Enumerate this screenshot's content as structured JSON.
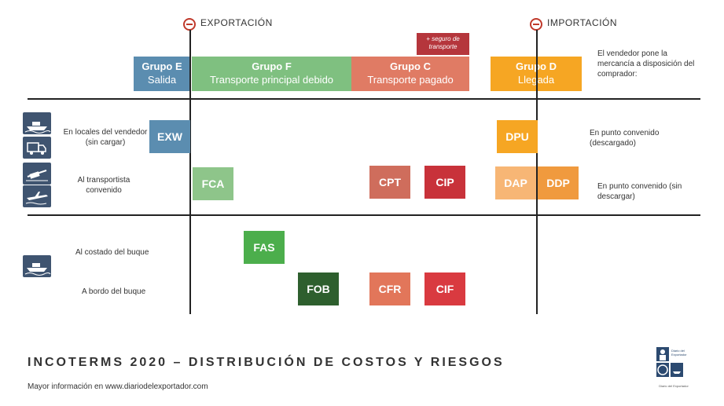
{
  "headers": {
    "exportacion": "EXPORTACIÓN",
    "importacion": "IMPORTACIÓN"
  },
  "insurance_note": "+ seguro de transporte",
  "groups": {
    "e": {
      "title": "Grupo E",
      "sub": "Salida"
    },
    "f": {
      "title": "Grupo F",
      "sub": "Transporte principal debido"
    },
    "c": {
      "title": "Grupo C",
      "sub": "Transporte pagado"
    },
    "d": {
      "title": "Grupo D",
      "sub": "Llegada"
    }
  },
  "seller_note": "El vendedor pone la mercancía a disposición del comprador:",
  "terms": {
    "exw": "EXW",
    "fca": "FCA",
    "cpt": "CPT",
    "cip": "CIP",
    "dpu": "DPU",
    "dap": "DAP",
    "ddp": "DDP",
    "fas": "FAS",
    "fob": "FOB",
    "cfr": "CFR",
    "cif": "CIF"
  },
  "left_labels": {
    "locales": "En locales del vendedor (sin cargar)",
    "transportista": "Al transportista convenido",
    "costado": "Al costado del buque",
    "bordo": "A bordo del buque"
  },
  "right_labels": {
    "descargado": "En punto convenido (descargado)",
    "sin_descargar": "En punto convenido (sin descargar)"
  },
  "title": "INCOTERMS 2020 – DISTRIBUCIÓN DE COSTOS Y RIESGOS",
  "footer": "Mayor información en www.diariodelexportador.com",
  "logo_text": "Diario del Exportador",
  "colors": {
    "group_e": "#5b8db0",
    "group_f": "#7fc080",
    "group_c": "#e07b64",
    "group_d": "#f6a623",
    "exw": "#5b8db0",
    "fca": "#8ec58a",
    "cpt": "#cf6d5c",
    "cip": "#c8323a",
    "dpu": "#f6a623",
    "dap": "#f7b675",
    "ddp": "#f09a3e",
    "fas": "#4cae4c",
    "fob": "#2e5f2e",
    "cfr": "#e2765a",
    "cif": "#d93a40"
  },
  "icons": [
    "ship-icon",
    "truck-icon",
    "train-icon",
    "plane-icon",
    "ship-icon"
  ]
}
